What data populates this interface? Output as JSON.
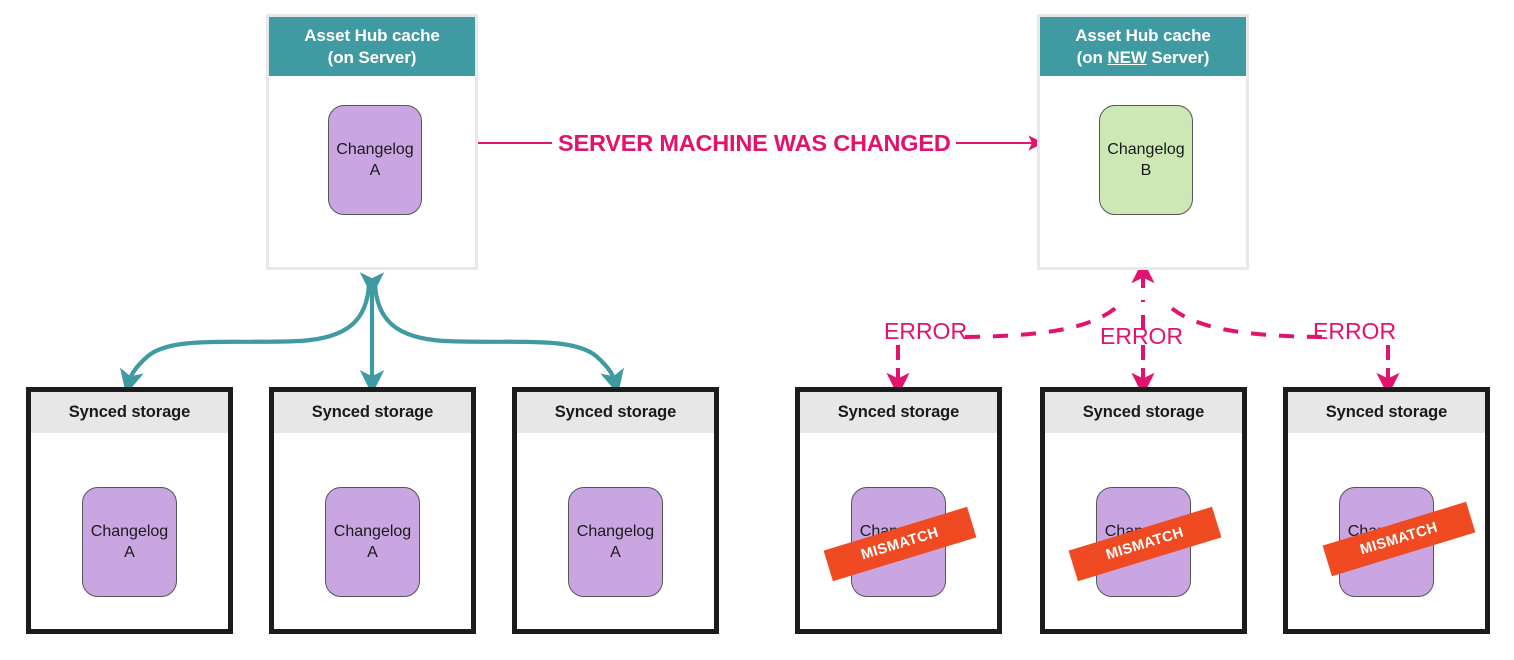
{
  "diagram": {
    "title_label": "SERVER MACHINE WAS CHANGED",
    "accent_pink": "#e2136e",
    "accent_teal": "#3f9aa2",
    "mismatch_orange": "#f04a23",
    "changelog_purple": "#c9a6e2",
    "changelog_green": "#cce8b5"
  },
  "hubs": [
    {
      "id": "hub-old",
      "header_line1": "Asset Hub cache",
      "header_line2_prefix": "(on ",
      "header_line2_emph": "",
      "header_line2_suffix": "Server)",
      "changelog": {
        "line1": "Changelog",
        "line2": "A",
        "color": "purple"
      }
    },
    {
      "id": "hub-new",
      "header_line1": "Asset Hub cache",
      "header_line2_prefix": "(on ",
      "header_line2_emph": "NEW",
      "header_line2_suffix": " Server)",
      "changelog": {
        "line1": "Changelog",
        "line2": "B",
        "color": "green"
      }
    }
  ],
  "stores_left": [
    {
      "header": "Synced storage",
      "changelog": {
        "line1": "Changelog",
        "line2": "A"
      },
      "stamp": null
    },
    {
      "header": "Synced storage",
      "changelog": {
        "line1": "Changelog",
        "line2": "A"
      },
      "stamp": null
    },
    {
      "header": "Synced storage",
      "changelog": {
        "line1": "Changelog",
        "line2": "A"
      },
      "stamp": null
    }
  ],
  "stores_right": [
    {
      "header": "Synced storage",
      "changelog": {
        "line1": "Changelog",
        "line2": "A"
      },
      "stamp": "MISMATCH"
    },
    {
      "header": "Synced storage",
      "changelog": {
        "line1": "Changelog",
        "line2": "A"
      },
      "stamp": "MISMATCH"
    },
    {
      "header": "Synced storage",
      "changelog": {
        "line1": "Changelog",
        "line2": "A"
      },
      "stamp": "MISMATCH"
    }
  ],
  "error_labels": [
    "ERROR",
    "ERROR",
    "ERROR"
  ]
}
